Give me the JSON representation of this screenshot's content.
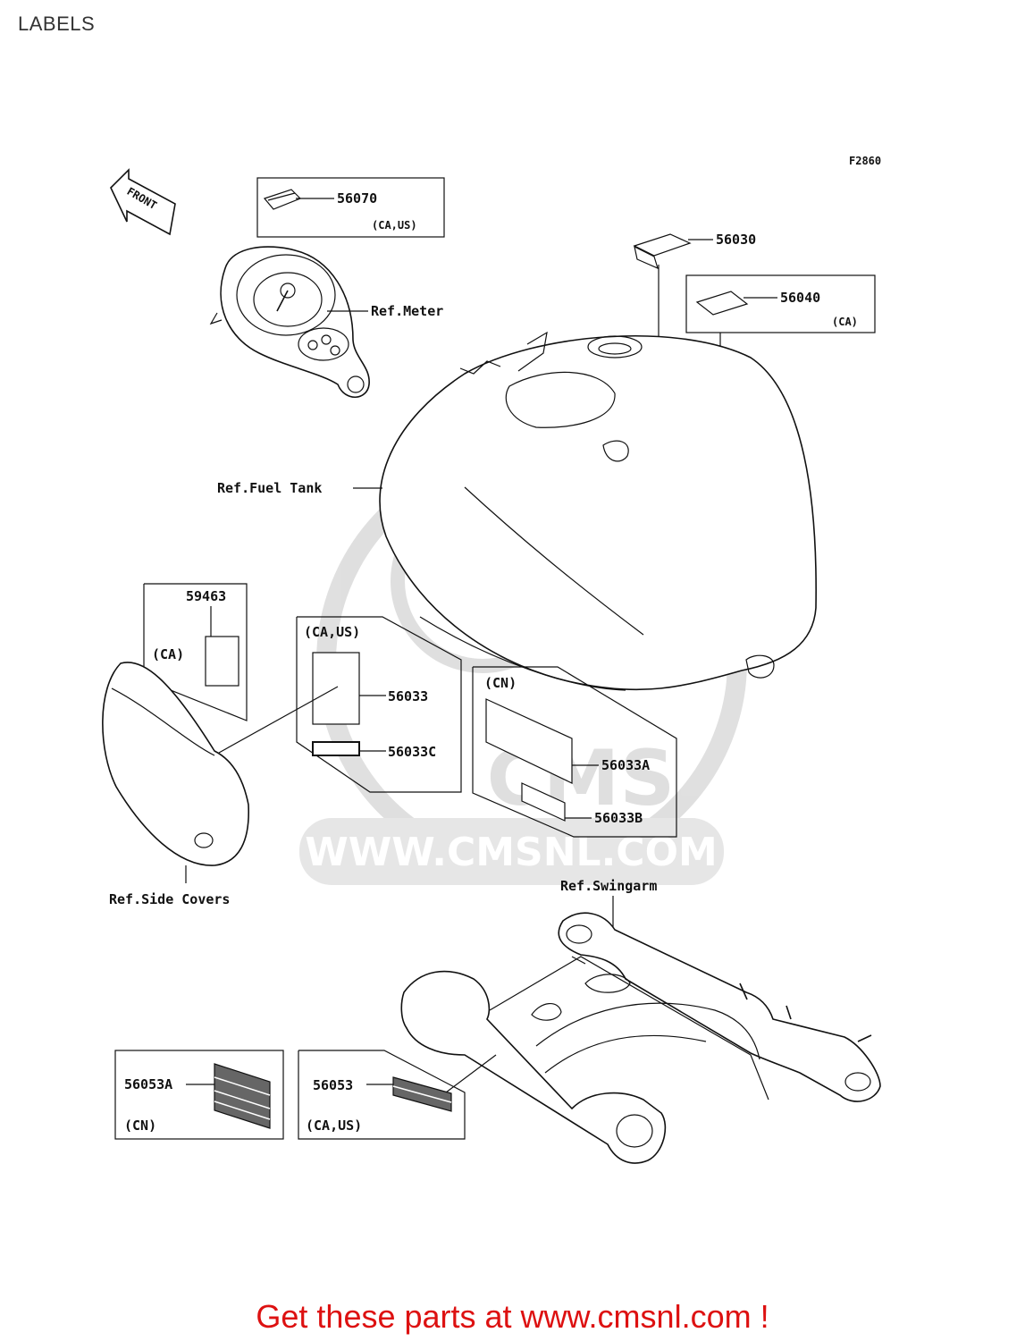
{
  "page": {
    "title": "LABELS",
    "footer": "Get these parts at www.cmsnl.com !"
  },
  "diagram": {
    "figure_code": "F2860",
    "front_arrow": "FRONT",
    "watermark": "WWW.CMSNL.COM",
    "watermark_logo": "CMS",
    "refs": {
      "meter": "Ref.Meter",
      "fuel_tank": "Ref.Fuel Tank",
      "side_covers": "Ref.Side Covers",
      "swingarm": "Ref.Swingarm"
    },
    "parts": {
      "p56070": {
        "number": "56070",
        "region": "(CA,US)"
      },
      "p56030": {
        "number": "56030"
      },
      "p56040": {
        "number": "56040",
        "region": "(CA)"
      },
      "p59463": {
        "number": "59463",
        "region": "(CA)"
      },
      "group_ca_us": {
        "region": "(CA,US)"
      },
      "p56033": {
        "number": "56033"
      },
      "p56033c": {
        "number": "56033C"
      },
      "group_cn": {
        "region": "(CN)"
      },
      "p56033a": {
        "number": "56033A"
      },
      "p56033b": {
        "number": "56033B"
      },
      "p56053a": {
        "number": "56053A",
        "region": "(CN)"
      },
      "p56053": {
        "number": "56053",
        "region": "(CA,US)"
      }
    }
  }
}
